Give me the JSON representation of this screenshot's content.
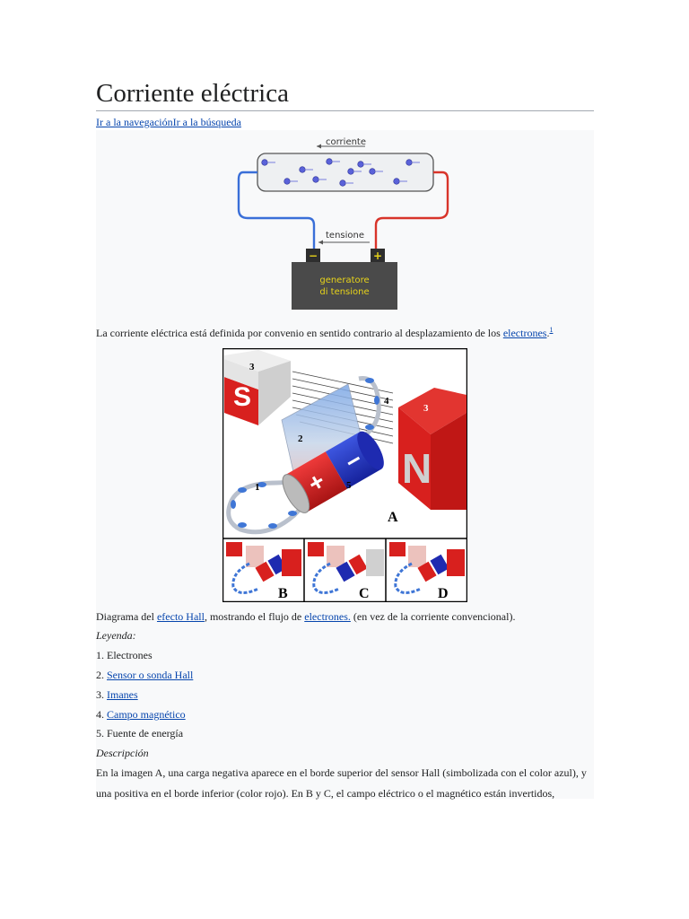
{
  "article": {
    "title": "Corriente eléctrica",
    "jump_nav": "Ir a la navegación",
    "jump_search": "Ir a la búsqueda"
  },
  "figure1": {
    "label_current": "corriente",
    "label_voltage": "tensione",
    "generator_line1": "generatore",
    "generator_line2": "di tensione",
    "minus": "−",
    "plus": "+"
  },
  "caption1": {
    "text": "La corriente eléctrica está definida por convenio en sentido contrario al desplazamiento de los ",
    "link": "electrones",
    "after": ".",
    "ref": "1"
  },
  "figure2": {
    "n1": "1",
    "n2": "2",
    "n3a": "3",
    "n3b": "3",
    "n4": "4",
    "n5": "5",
    "s": "S",
    "n": "N",
    "plus": "+",
    "minus": "−",
    "label_a": "A",
    "label_b": "B",
    "label_c": "C",
    "label_d": "D"
  },
  "caption2": {
    "before": "Diagrama del ",
    "link1": "efecto Hall",
    "middle": ", mostrando el flujo de ",
    "link2": "electrones.",
    "after": " (en vez de la corriente convencional)."
  },
  "legend": {
    "heading": "Leyenda:",
    "items": [
      {
        "num": "1. ",
        "text": "Electrones",
        "is_link": false
      },
      {
        "num": "2. ",
        "text": "Sensor o sonda Hall",
        "is_link": true
      },
      {
        "num": "3. ",
        "text": "Imanes",
        "is_link": true
      },
      {
        "num": "4. ",
        "text": "Campo magnético",
        "is_link": true
      },
      {
        "num": "5. ",
        "text": "Fuente de energía",
        "is_link": false
      }
    ]
  },
  "description": {
    "heading": "Descripción",
    "line1": "En la imagen A, una carga negativa aparece en el borde superior del sensor Hall (simbolizada con el color azul), y",
    "line2": "una positiva en el borde inferior (color rojo). En B y C, el campo eléctrico o el magnético están invertidos,"
  },
  "colors": {
    "link": "#0645ad",
    "wire_negative": "#3a6fd8",
    "wire_positive": "#d8342a",
    "generator": "#4a4a4a",
    "generator_text": "#e7d31a",
    "magnet_red": "#d8201e"
  }
}
